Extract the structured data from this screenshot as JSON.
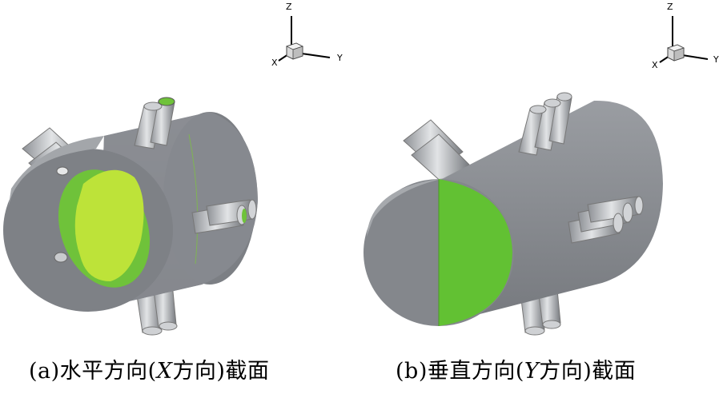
{
  "panels": [
    {
      "id": "a",
      "axes": {
        "z": "Z",
        "x": "X",
        "y": "Y"
      },
      "caption": {
        "pre": "(a)水平方向(",
        "var": "X",
        "post": "方向)截面"
      }
    },
    {
      "id": "b",
      "axes": {
        "z": "Z",
        "x": "X",
        "y": "Y"
      },
      "caption": {
        "pre": "(b)垂直方向(",
        "var": "Y",
        "post": "方向)截面"
      }
    }
  ],
  "colors": {
    "shell": "#8e9196",
    "shell_dark": "#5f6267",
    "pipe": "#b4b7bb",
    "section_green": "#6fc23a",
    "section_lime": "#bde339",
    "section_green_b": "#62c133"
  }
}
